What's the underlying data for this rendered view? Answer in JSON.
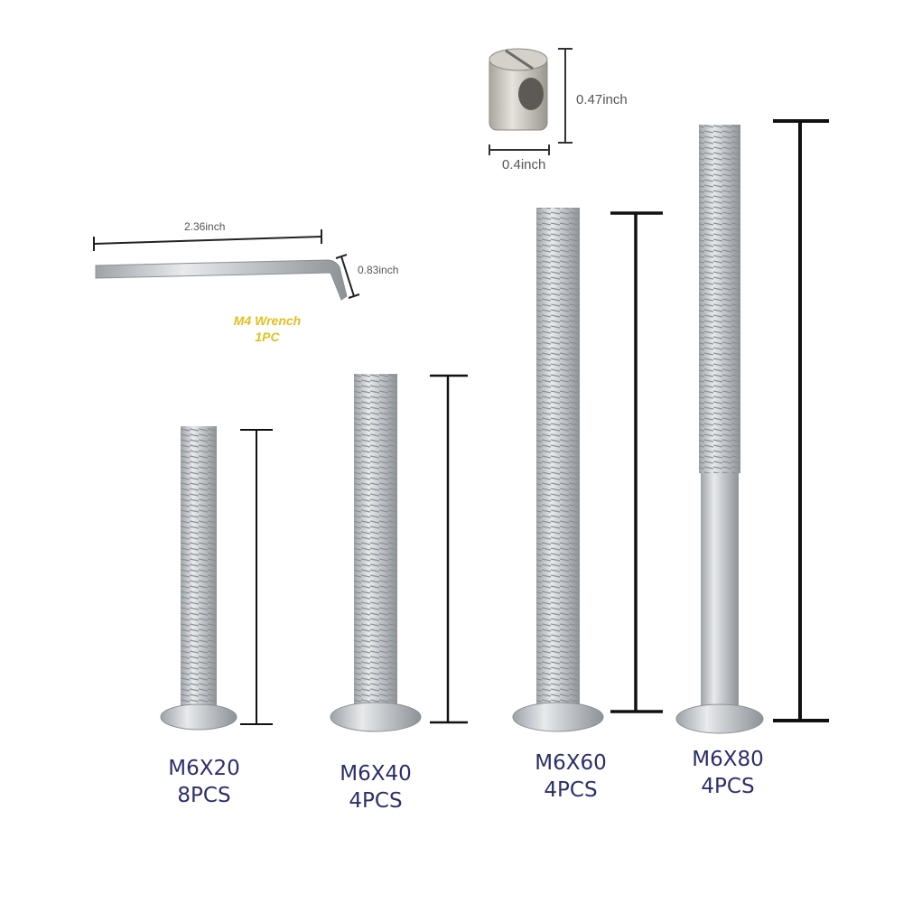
{
  "colors": {
    "label": "#2b2f6b",
    "wrench_label": "#e0c020",
    "dimension_line": "#111111",
    "metal": "#c9ccd0"
  },
  "wrench": {
    "length_label": "2.36inch",
    "height_label": "0.83inch",
    "name": "M4 Wrench",
    "qty": "1PC"
  },
  "barrel_nut": {
    "height_label": "0.47inch",
    "width_label": "0.4inch"
  },
  "bolts": [
    {
      "size": "M6X20",
      "qty": "8PCS"
    },
    {
      "size": "M6X40",
      "qty": "4PCS"
    },
    {
      "size": "M6X60",
      "qty": "4PCS"
    },
    {
      "size": "M6X80",
      "qty": "4PCS"
    }
  ]
}
